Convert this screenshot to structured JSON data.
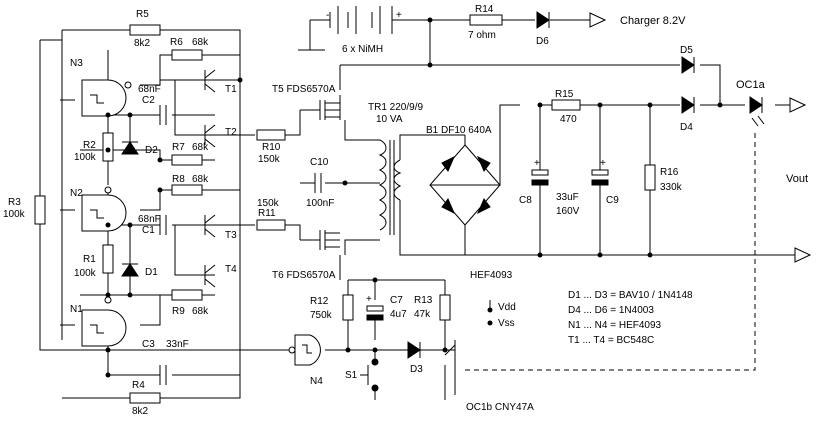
{
  "labels": {
    "R5": "R5",
    "R5v": "8k2",
    "R6": "R6",
    "R6v": "68k",
    "N3": "N3",
    "C2": "C2",
    "C2v": "68nF",
    "T1": "T1",
    "T2": "T2",
    "R2": "R2",
    "R2v": "100k",
    "D2": "D2",
    "R7": "R7",
    "R7v": "68k",
    "R3": "R3",
    "R3v": "100k",
    "N2": "N2",
    "R8": "R8",
    "R8v": "68k",
    "C1": "C1",
    "C1v": "68nF",
    "T3": "T3",
    "T4": "T4",
    "R1": "R1",
    "R1v": "100k",
    "D1": "D1",
    "R9": "R9",
    "R9v": "68k",
    "N1": "N1",
    "C3": "C3",
    "C3v": "33nF",
    "R4": "R4",
    "R4v": "8k2",
    "battery": "6 x NiMH",
    "bat_minus": "-",
    "bat_plus": "+",
    "R14": "R14",
    "R14v": "7 ohm",
    "D6": "D6",
    "charger": "Charger 8.2V",
    "D5": "D5",
    "OC1a": "OC1a",
    "T5": "T5 FDS6570A",
    "TR1": "TR1 220/9/9",
    "TR1v": "10 VA",
    "R10": "R10",
    "R10v": "150k",
    "B1": "B1 DF10 640A",
    "R15": "R15",
    "R15v": "470",
    "D4": "D4",
    "C10": "C10",
    "C10v": "100nF",
    "R11v": "150k",
    "R11": "R11",
    "C8": "C8",
    "C8v1": "33uF",
    "C8v2": "160V",
    "C9": "C9",
    "R16": "R16",
    "R16v": "330k",
    "vout": "Vout",
    "T6": "T6 FDS6570A",
    "HEF": "HEF4093",
    "R12": "R12",
    "R12v": "750k",
    "C7": "C7",
    "C7v": "4u7",
    "R13": "R13",
    "R13v": "47k",
    "vdd": "Vdd",
    "vss": "Vss",
    "N4": "N4",
    "D3": "D3",
    "S1": "S1",
    "OC1b": "OC1b  CNY47A",
    "cap_plus": "+",
    "legend": [
      "D1 ... D3 = BAV10 / 1N4148",
      "D4 ... D6 = 1N4003",
      "N1 ... N4 = HEF4093",
      "T1 ... T4 = BC548C"
    ]
  }
}
